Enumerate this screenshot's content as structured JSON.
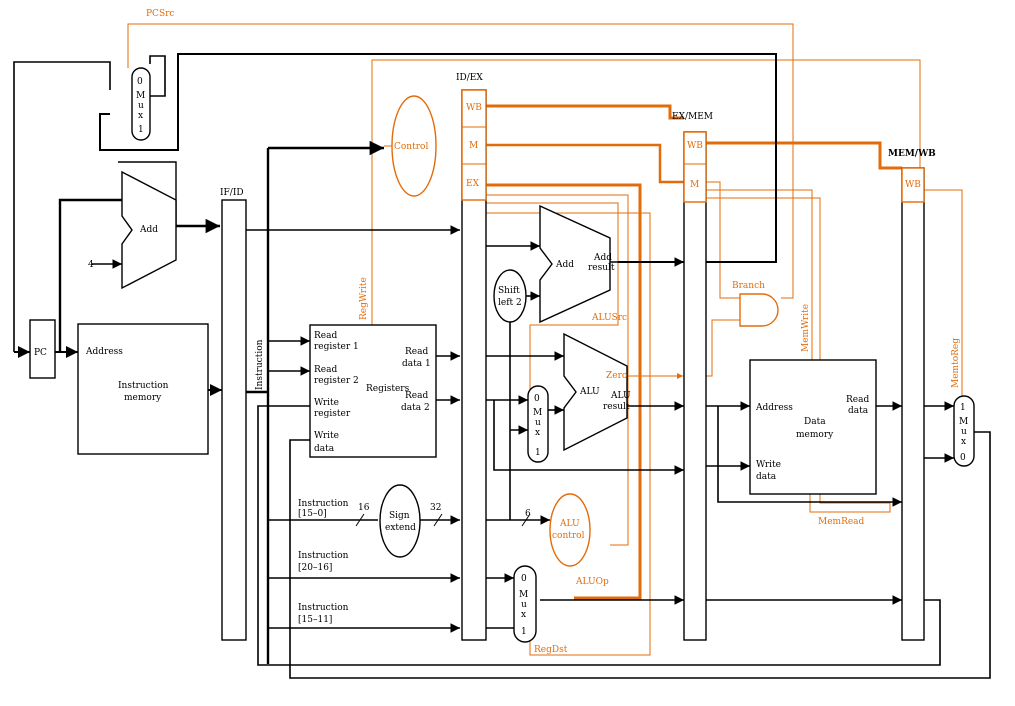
{
  "colors": {
    "control": "#E36C0A",
    "datapath": "#000000",
    "background": "#ffffff"
  },
  "pipeline_registers": [
    "IF/ID",
    "ID/EX",
    "EX/MEM",
    "MEM/WB"
  ],
  "control_fields": {
    "wb": "WB",
    "m": "M",
    "ex": "EX"
  },
  "units": {
    "control": "Control",
    "pc": "PC",
    "add_top": "Add",
    "const_four": "4",
    "instruction_memory": [
      "Instruction",
      "memory"
    ],
    "address": "Address",
    "registers": "Registers",
    "read_register_1": [
      "Read",
      "register 1"
    ],
    "read_register_2": [
      "Read",
      "register 2"
    ],
    "write_register": [
      "Write",
      "register"
    ],
    "write_data": [
      "Write",
      "data"
    ],
    "read_data_1": [
      "Read",
      "data 1"
    ],
    "read_data_2": [
      "Read",
      "data 2"
    ],
    "shift_left_2": [
      "Shift",
      "left 2"
    ],
    "add_result": [
      "Add",
      "result"
    ],
    "add_mid": "Add",
    "alu": "ALU",
    "alu_result": [
      "ALU",
      "result"
    ],
    "zero": "Zero",
    "alu_control": [
      "ALU",
      "control"
    ],
    "sign_extend": [
      "Sign",
      "extend"
    ],
    "data_memory": [
      "Data",
      "memory"
    ],
    "dm_read_data": [
      "Read",
      "data"
    ],
    "dm_write_data": [
      "Write",
      "data"
    ],
    "instruction_vertical": "Instruction",
    "instr_15_0": [
      "Instruction",
      "[15–0]"
    ],
    "instr_20_16": [
      "Instruction",
      "[20–16]"
    ],
    "instr_15_11": [
      "Instruction",
      "[15–11]"
    ],
    "bits_16": "16",
    "bits_32": "32",
    "bits_6": "6"
  },
  "muxes": {
    "pc_mux": [
      "0",
      "M",
      "u",
      "x",
      "1"
    ],
    "alusrc_mux": [
      "0",
      "M",
      "u",
      "x",
      "1"
    ],
    "regdst_mux": [
      "0",
      "M",
      "u",
      "x",
      "1"
    ],
    "memtoreg_mux": [
      "1",
      "M",
      "u",
      "x",
      "0"
    ]
  },
  "control_signals": {
    "pcsrc": "PCSrc",
    "regwrite": "RegWrite",
    "branch": "Branch",
    "memwrite": "MemWrite",
    "memtoreg": "MemtoReg",
    "alusrc": "ALUSrc",
    "memread": "MemRead",
    "aluop": "ALUOp",
    "regdst": "RegDst"
  }
}
